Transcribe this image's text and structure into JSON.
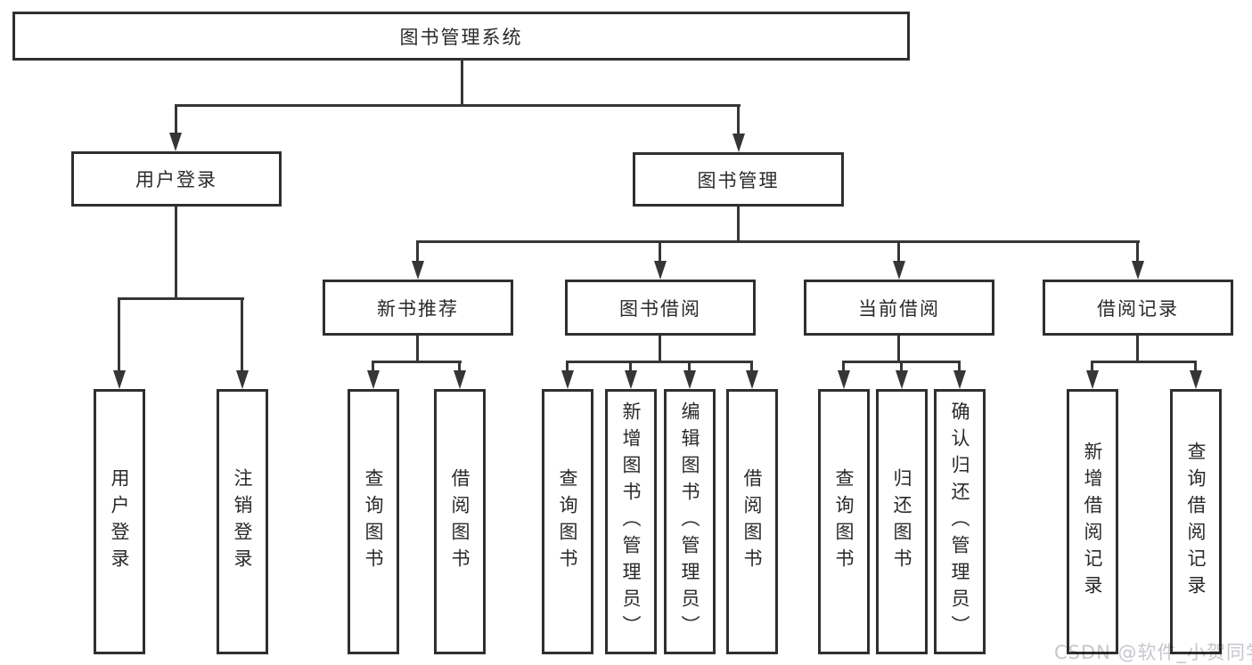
{
  "tree": {
    "root": {
      "label": "图书管理系统",
      "children": [
        {
          "label": "用户登录",
          "children": [
            {
              "label": "用户登录"
            },
            {
              "label": "注销登录"
            }
          ]
        },
        {
          "label": "图书管理",
          "children": [
            {
              "label": "新书推荐",
              "children": [
                {
                  "label": "查询图书"
                },
                {
                  "label": "借阅图书"
                }
              ]
            },
            {
              "label": "图书借阅",
              "children": [
                {
                  "label": "查询图书"
                },
                {
                  "label": "新增图书（管理员）"
                },
                {
                  "label": "编辑图书（管理员）"
                },
                {
                  "label": "借阅图书"
                }
              ]
            },
            {
              "label": "当前借阅",
              "children": [
                {
                  "label": "查询图书"
                },
                {
                  "label": "归还图书"
                },
                {
                  "label": "确认归还（管理员）"
                }
              ]
            },
            {
              "label": "借阅记录",
              "children": [
                {
                  "label": "新增借阅记录"
                },
                {
                  "label": "查询借阅记录"
                }
              ]
            }
          ]
        }
      ]
    }
  },
  "watermark": {
    "text": "CSDN @软件_小贺同学"
  },
  "colors": {
    "line": "#363636",
    "border": "#2f2f2f",
    "text": "#2a2a2a",
    "watermark": "#c6c7cd",
    "background": "#ffffff"
  }
}
